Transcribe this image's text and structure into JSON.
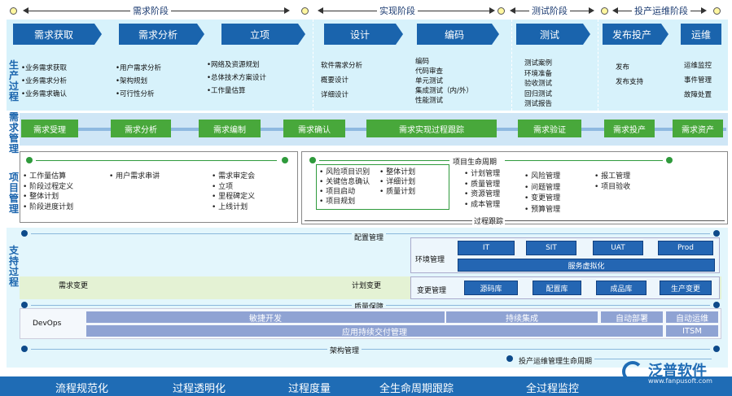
{
  "phases": [
    {
      "label": "需求阶段"
    },
    {
      "label": "实现阶段"
    },
    {
      "label": "测试阶段"
    },
    {
      "label": "投产运维阶段"
    }
  ],
  "stages": [
    {
      "label": "需求获取"
    },
    {
      "label": "需求分析"
    },
    {
      "label": "立项"
    },
    {
      "label": "设计"
    },
    {
      "label": "编码"
    },
    {
      "label": "测试"
    },
    {
      "label": "发布投产"
    },
    {
      "label": "运维"
    }
  ],
  "stage_items": [
    [
      "•业务需求获取",
      "•业务需求分析",
      "•业务需求确认"
    ],
    [
      "•用户需求分析",
      "•架构规划",
      "•可行性分析"
    ],
    [
      "•网络及资源规划",
      "•总体技术方案设计",
      "•工作量估算"
    ],
    [
      "软件需求分析",
      "概要设计",
      "详细设计"
    ],
    [
      "编码",
      "代码审查",
      "单元测试",
      "集成测试（内/外）",
      "性能测试"
    ],
    [
      "测试案例",
      "环境准备",
      "验收测试",
      "回归测试",
      "测试报告"
    ],
    [
      "发布",
      "发布支持"
    ],
    [
      "运维监控",
      "事件管理",
      "故障处置"
    ]
  ],
  "section_titles": {
    "production": "生产过程",
    "requirements": "需求管理",
    "project": "项目管理",
    "support": "支持过程"
  },
  "req_pills": [
    {
      "label": "需求受理"
    },
    {
      "label": "需求分析"
    },
    {
      "label": "需求编制"
    },
    {
      "label": "需求确认"
    },
    {
      "label": "需求实现过程跟踪"
    },
    {
      "label": "需求验证"
    },
    {
      "label": "需求投产"
    },
    {
      "label": "需求资产"
    }
  ],
  "project": {
    "left_col1": [
      "•  工作量估算",
      "•  阶段过程定义",
      "•  整体计划",
      "•  阶段进度计划"
    ],
    "left_col2": [
      "•  用户需求串讲"
    ],
    "left_col3": [
      "•  需求审定会",
      "•  立项",
      "•  里程碑定义",
      "•  上线计划"
    ],
    "lifecycle_title": "项目生命周期",
    "risk_col1": [
      "•  风险项目识别",
      "•  关键信息确认",
      "•  项目启动",
      "•  项目规划"
    ],
    "risk_col2": [
      "•  整体计划",
      "•  详细计划",
      "•  质量计划"
    ],
    "mid_col1": [
      "•  计划管理",
      "•  质量管理",
      "•  资源管理",
      "•  成本管理"
    ],
    "mid_col2": [
      "•  风险管理",
      "•  问题管理",
      "•  变更管理",
      "•  预算管理"
    ],
    "mid_col3": [
      "•  报工管理",
      "•  项目验收"
    ],
    "tracking": "过程跟踪"
  },
  "support": {
    "config_mgmt": "配置管理",
    "env_mgmt": "环境管理",
    "env_boxes": [
      "IT",
      "SIT",
      "UAT",
      "Prod"
    ],
    "virtualization": "服务虚拟化",
    "req_change": "需求变更",
    "plan_change": "计划变更",
    "change_mgmt": "变更管理",
    "change_boxes": [
      "源码库",
      "配置库",
      "成品库",
      "生产变更"
    ],
    "qa": "质量保障",
    "devops": "DevOps",
    "agile": "敏捷开发",
    "ci": "持续集成",
    "auto_deploy": "自动部署",
    "auto_ops": "自动运维",
    "app_cd": "应用持续交付管理",
    "itsm": "ITSM",
    "arch_mgmt": "架构管理",
    "lifecycle_ops": "投产运维管理生命周期"
  },
  "footer": [
    "流程规范化",
    "过程透明化",
    "过程度量",
    "全生命周期跟踪",
    "全过程监控"
  ],
  "watermark": {
    "brand": "泛普软件",
    "url": "www.fanpusoft.com"
  },
  "colors": {
    "stage_blue": "#1a64ad",
    "pill_green": "#48a83b",
    "band_light": "#d7f2fb",
    "footer_blue": "#1f6cb5"
  }
}
